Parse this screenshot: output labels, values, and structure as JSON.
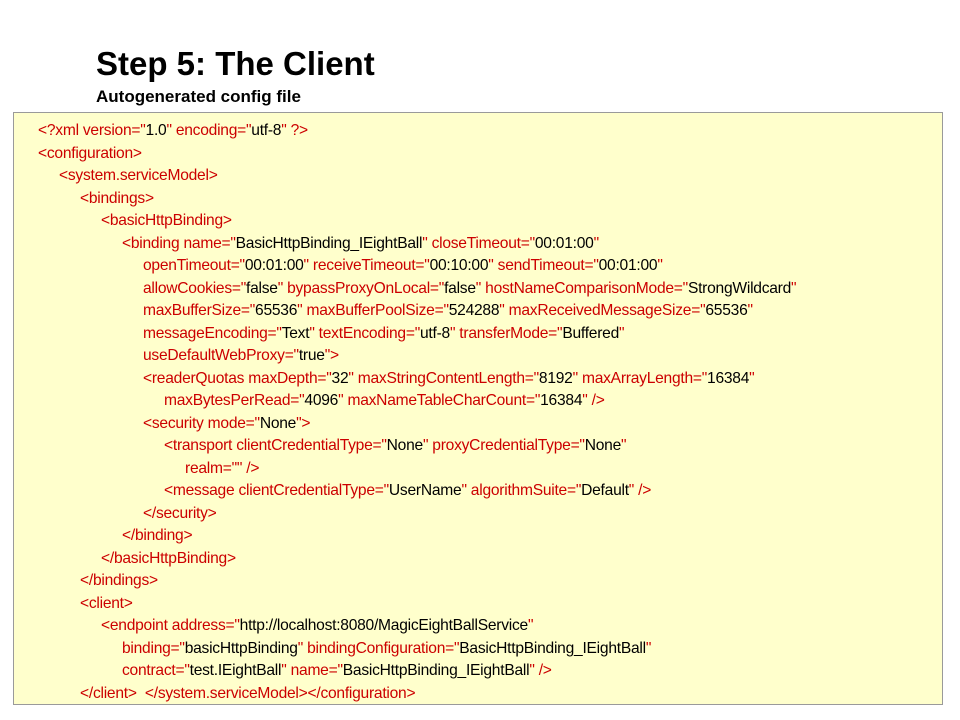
{
  "slide": {
    "title": "Step 5: The Client",
    "subtitle": "Autogenerated config file"
  },
  "colors": {
    "markup": "#cc0000",
    "value": "#000000",
    "box_background": "#ffffcc",
    "box_border": "#9a9a9a"
  },
  "code": {
    "lines": [
      [
        {
          "k": "t",
          "s": "<?xml version=\""
        },
        {
          "k": "v",
          "s": "1.0"
        },
        {
          "k": "t",
          "s": "\" encoding=\""
        },
        {
          "k": "v",
          "s": "utf-8"
        },
        {
          "k": "t",
          "s": "\" ?>"
        }
      ],
      [
        {
          "k": "t",
          "s": "<configuration>"
        }
      ],
      [
        {
          "k": "t",
          "s": "<system.serviceModel>"
        }
      ],
      [
        {
          "k": "t",
          "s": "<bindings>"
        }
      ],
      [
        {
          "k": "t",
          "s": "<basicHttpBinding>"
        }
      ],
      [
        {
          "k": "t",
          "s": "<binding name=\""
        },
        {
          "k": "v",
          "s": "BasicHttpBinding_IEightBall"
        },
        {
          "k": "t",
          "s": "\" closeTimeout=\""
        },
        {
          "k": "v",
          "s": "00:01:00"
        },
        {
          "k": "t",
          "s": "\""
        }
      ],
      [
        {
          "k": "t",
          "s": "openTimeout=\""
        },
        {
          "k": "v",
          "s": "00:01:00"
        },
        {
          "k": "t",
          "s": "\" receiveTimeout=\""
        },
        {
          "k": "v",
          "s": "00:10:00"
        },
        {
          "k": "t",
          "s": "\" sendTimeout=\""
        },
        {
          "k": "v",
          "s": "00:01:00"
        },
        {
          "k": "t",
          "s": "\""
        }
      ],
      [
        {
          "k": "t",
          "s": "allowCookies=\""
        },
        {
          "k": "v",
          "s": "false"
        },
        {
          "k": "t",
          "s": "\" bypassProxyOnLocal=\""
        },
        {
          "k": "v",
          "s": "false"
        },
        {
          "k": "t",
          "s": "\" hostNameComparisonMode=\""
        },
        {
          "k": "v",
          "s": "StrongWildcard"
        },
        {
          "k": "t",
          "s": "\""
        }
      ],
      [
        {
          "k": "t",
          "s": "maxBufferSize=\""
        },
        {
          "k": "v",
          "s": "65536"
        },
        {
          "k": "t",
          "s": "\" maxBufferPoolSize=\""
        },
        {
          "k": "v",
          "s": "524288"
        },
        {
          "k": "t",
          "s": "\" maxReceivedMessageSize=\""
        },
        {
          "k": "v",
          "s": "65536"
        },
        {
          "k": "t",
          "s": "\""
        }
      ],
      [
        {
          "k": "t",
          "s": "messageEncoding=\""
        },
        {
          "k": "v",
          "s": "Text"
        },
        {
          "k": "t",
          "s": "\" textEncoding=\""
        },
        {
          "k": "v",
          "s": "utf-8"
        },
        {
          "k": "t",
          "s": "\" transferMode=\""
        },
        {
          "k": "v",
          "s": "Buffered"
        },
        {
          "k": "t",
          "s": "\""
        }
      ],
      [
        {
          "k": "t",
          "s": "useDefaultWebProxy=\""
        },
        {
          "k": "v",
          "s": "true"
        },
        {
          "k": "t",
          "s": "\">"
        }
      ],
      [
        {
          "k": "t",
          "s": "<readerQuotas maxDepth=\""
        },
        {
          "k": "v",
          "s": "32"
        },
        {
          "k": "t",
          "s": "\" maxStringContentLength=\""
        },
        {
          "k": "v",
          "s": "8192"
        },
        {
          "k": "t",
          "s": "\" maxArrayLength=\""
        },
        {
          "k": "v",
          "s": "16384"
        },
        {
          "k": "t",
          "s": "\""
        }
      ],
      [
        {
          "k": "t",
          "s": "maxBytesPerRead=\""
        },
        {
          "k": "v",
          "s": "4096"
        },
        {
          "k": "t",
          "s": "\" maxNameTableCharCount=\""
        },
        {
          "k": "v",
          "s": "16384"
        },
        {
          "k": "t",
          "s": "\" />"
        }
      ],
      [
        {
          "k": "t",
          "s": "<security mode=\""
        },
        {
          "k": "v",
          "s": "None"
        },
        {
          "k": "t",
          "s": "\">"
        }
      ],
      [
        {
          "k": "t",
          "s": "<transport clientCredentialType=\""
        },
        {
          "k": "v",
          "s": "None"
        },
        {
          "k": "t",
          "s": "\" proxyCredentialType=\""
        },
        {
          "k": "v",
          "s": "None"
        },
        {
          "k": "t",
          "s": "\""
        }
      ],
      [
        {
          "k": "t",
          "s": "realm=\"\" />"
        }
      ],
      [
        {
          "k": "t",
          "s": "<message clientCredentialType=\""
        },
        {
          "k": "v",
          "s": "UserName"
        },
        {
          "k": "t",
          "s": "\" algorithmSuite=\""
        },
        {
          "k": "v",
          "s": "Default"
        },
        {
          "k": "t",
          "s": "\" />"
        }
      ],
      [
        {
          "k": "t",
          "s": "</security>"
        }
      ],
      [
        {
          "k": "t",
          "s": "</binding>"
        }
      ],
      [
        {
          "k": "t",
          "s": "</basicHttpBinding>"
        }
      ],
      [
        {
          "k": "t",
          "s": "</bindings>"
        }
      ],
      [
        {
          "k": "t",
          "s": "<client>"
        }
      ],
      [
        {
          "k": "t",
          "s": "<endpoint address=\""
        },
        {
          "k": "v",
          "s": "http://localhost:8080/MagicEightBallService"
        },
        {
          "k": "t",
          "s": "\""
        }
      ],
      [
        {
          "k": "t",
          "s": "binding=\""
        },
        {
          "k": "v",
          "s": "basicHttpBinding"
        },
        {
          "k": "t",
          "s": "\" bindingConfiguration=\""
        },
        {
          "k": "v",
          "s": "BasicHttpBinding_IEightBall"
        },
        {
          "k": "t",
          "s": "\""
        }
      ],
      [
        {
          "k": "t",
          "s": "contract=\""
        },
        {
          "k": "v",
          "s": "test.IEightBall"
        },
        {
          "k": "t",
          "s": "\" name=\""
        },
        {
          "k": "v",
          "s": "BasicHttpBinding_IEightBall"
        },
        {
          "k": "t",
          "s": "\" />"
        }
      ],
      [
        {
          "k": "t",
          "s": "</client>"
        },
        {
          "k": "p",
          "s": "  "
        },
        {
          "k": "t",
          "s": "</system.serviceModel></configuration>"
        }
      ]
    ]
  }
}
